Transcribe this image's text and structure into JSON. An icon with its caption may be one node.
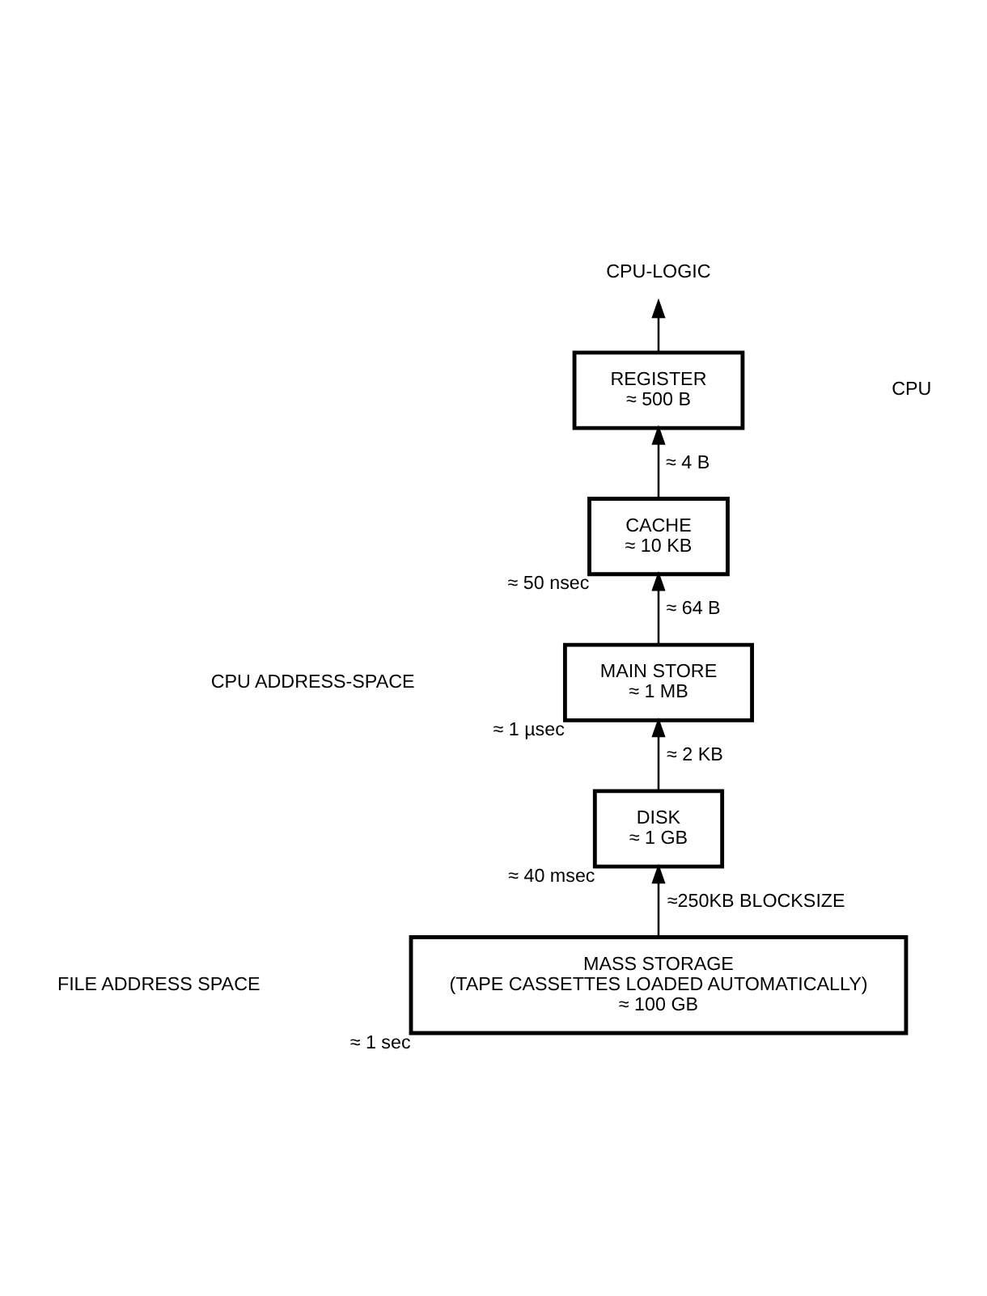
{
  "diagram": {
    "nodes": [
      {
        "text": [
          "CPU-LOGIC"
        ]
      },
      {
        "text": [
          "REGISTER",
          "≈ 500 B"
        ]
      },
      {
        "text": [
          "CACHE",
          "≈ 10 KB"
        ],
        "beside": [
          "≈ 50 nsec"
        ]
      },
      {
        "text": [
          "MAIN STORE",
          "≈ 1 MB"
        ],
        "beside": [
          "≈ 1 µsec"
        ]
      },
      {
        "text": [
          "DISK",
          "≈ 1 GB"
        ],
        "beside": [
          "≈ 40 msec"
        ]
      },
      {
        "text": [
          "MASS STORAGE",
          "(TAPE CASSETTES LOADED AUTOMATICALLY)",
          "≈ 100 GB"
        ],
        "beside": [
          "≈ 1 sec"
        ]
      }
    ],
    "edges": [
      {
        "from": 1,
        "to": 0,
        "arrow": "to"
      },
      {
        "from": 2,
        "to": 1,
        "arrow": "to",
        "label": "≈ 4 B"
      },
      {
        "from": 3,
        "to": 2,
        "arrow": "to",
        "label": "≈ 64 B"
      },
      {
        "from": 4,
        "to": 3,
        "arrow": "to",
        "label": "≈ 2 KB"
      },
      {
        "from": 5,
        "to": 4,
        "arrow": "to",
        "label": "≈250KB BLOCKSIZE"
      }
    ],
    "labels": [
      "CPU ADDRESS-SPACE",
      "CPU",
      "FILE ADDRESS SPACE"
    ]
  }
}
